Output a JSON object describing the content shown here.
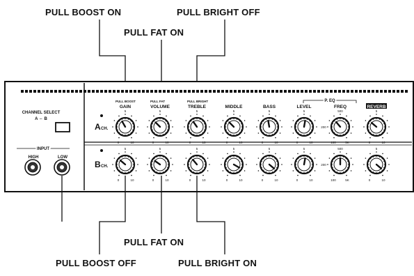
{
  "callouts": {
    "top": [
      "PULL BOOST ON",
      "PULL FAT ON",
      "PULL BRIGHT OFF"
    ],
    "bottom": [
      "PULL FAT ON",
      "PULL BOOST OFF",
      "PULL BRIGHT ON"
    ]
  },
  "panel": {
    "channel_select": "CHANNEL SELECT",
    "channel_select_sub": "A ⇔ B",
    "input_label": "INPUT",
    "input_high": "HIGH",
    "input_low": "LOW",
    "peq_label": "P. EQ",
    "ch_a_letter": "A",
    "ch_a_suffix": "CH.",
    "ch_b_letter": "B",
    "ch_b_suffix": "CH."
  },
  "controls": [
    {
      "pull": "PULL BOOST",
      "name": "GAIN"
    },
    {
      "pull": "PULL FAT",
      "name": "VOLUME"
    },
    {
      "pull": "PULL BRIGHT",
      "name": "TREBLE"
    },
    {
      "pull": "",
      "name": "MIDDLE"
    },
    {
      "pull": "",
      "name": "BASS"
    },
    {
      "pull": "",
      "name": "LEVEL"
    },
    {
      "pull": "",
      "name": "FREQ"
    },
    {
      "pull": "",
      "name": "REVERB"
    }
  ],
  "scale": {
    "min": "0",
    "max": "10",
    "mid": "5",
    "freq_low": "100",
    "freq_mid": "200",
    "freq_top": "500",
    "freq_high": "5K"
  }
}
